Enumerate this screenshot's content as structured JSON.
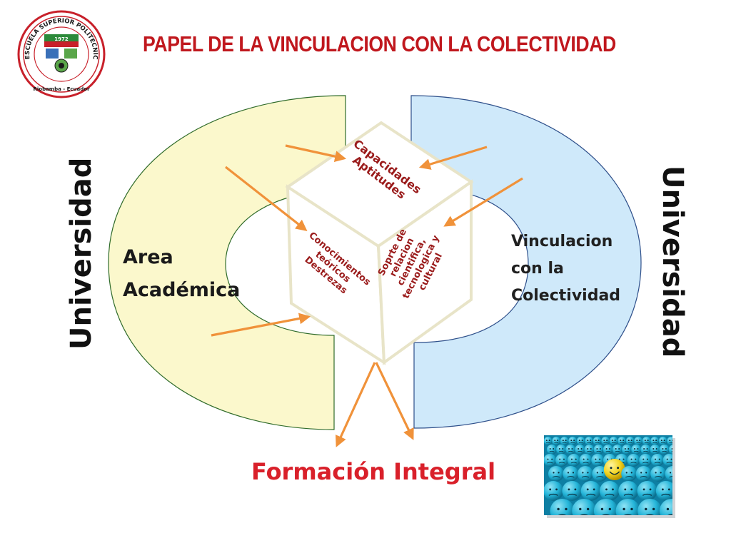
{
  "title": "PAPEL DE LA VINCULACION CON LA COLECTIVIDAD",
  "logo": {
    "ring_text": "ESCUELA SUPERIOR POLITECNICA DE CHIMBORAZO",
    "bottom_text": "Riobamba - Ecuador",
    "year": "1972"
  },
  "left_side": {
    "universidad": "Universidad",
    "area_lines": [
      "Area",
      "Académica"
    ]
  },
  "right_side": {
    "universidad": "Universidad",
    "vinc_lines": [
      "Vinculacion",
      "con la",
      "Colectividad"
    ]
  },
  "cube": {
    "top_lines": [
      "Capacidades",
      "Aptitudes"
    ],
    "left_lines": [
      "Conocimientos",
      "teóricos",
      "Destrezas"
    ],
    "right_lines": [
      "Soprte de",
      "relacion",
      "cientifica,",
      "tecnologica y",
      "cultural"
    ]
  },
  "bottom": {
    "formacion": "Formación Integral"
  },
  "colors": {
    "title": "#c0171d",
    "left_fill": "#fbf8cc",
    "right_fill": "#cfe9fa",
    "arrow": "#f0923a",
    "formacion": "#d9202a"
  },
  "icons": {
    "logo": "espoch-seal-icon",
    "photo": "smiley-balls-image"
  }
}
